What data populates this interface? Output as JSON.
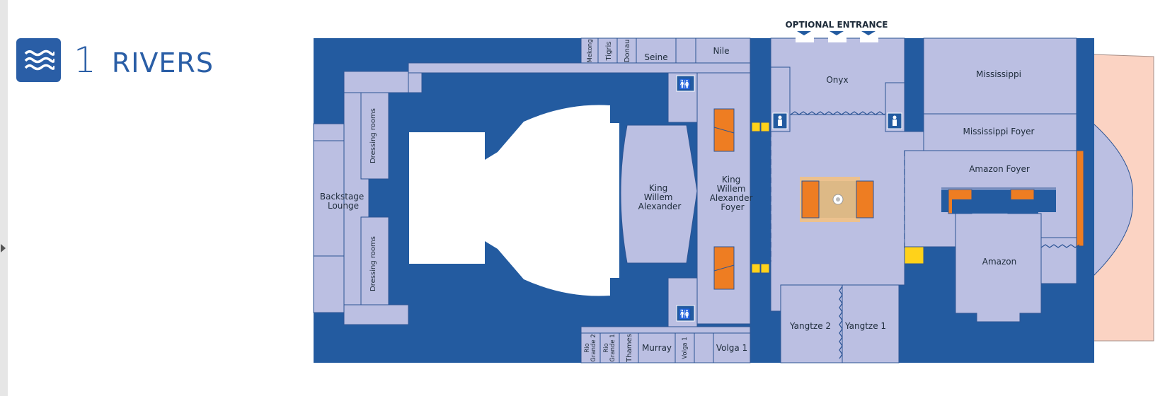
{
  "deck": {
    "number": "1",
    "title": "RIVERS",
    "icon": "waves-icon"
  },
  "entrance": {
    "label": "OPTIONAL ENTRANCE"
  },
  "rooms": {
    "mekong": "Mekong",
    "tigris": "Tigris",
    "donau": "Donau",
    "seine": "Seine",
    "nile": "Nile",
    "onyx": "Onyx",
    "mississippi": "Mississippi",
    "mississippi_foyer": "Mississippi Foyer",
    "amazon_foyer": "Amazon Foyer",
    "amazon": "Amazon",
    "dressing_rooms_top": "Dressing rooms",
    "dressing_rooms_bottom": "Dressing rooms",
    "backstage_lounge": [
      "Backstage",
      "Lounge"
    ],
    "kwa": [
      "King",
      "Willem",
      "Alexander"
    ],
    "kwa_foyer": [
      "King",
      "Willem",
      "Alexander",
      "Foyer"
    ],
    "yangtze_2": "Yangtze 2",
    "yangtze_1": "Yangtze 1",
    "rio_grande_2": [
      "Rio",
      "Grande 2"
    ],
    "rio_grande_1": [
      "Rio",
      "Grande 1"
    ],
    "thames": "Thames",
    "murray": "Murray",
    "volga_1_small": "Volga 1",
    "volga_1": "Volga 1"
  },
  "colors": {
    "structure": "#235ba0",
    "room": "#bbbfe2",
    "room_border": "#2c5494",
    "stairs": "#ee7d22",
    "elevator": "#ffd21a",
    "info_desk": "#ddb986",
    "exterior": "#fbd3c3"
  },
  "icons": [
    "restroom-icon",
    "person-icon",
    "elevator-icon",
    "staircase-icon",
    "info-desk-icon"
  ]
}
